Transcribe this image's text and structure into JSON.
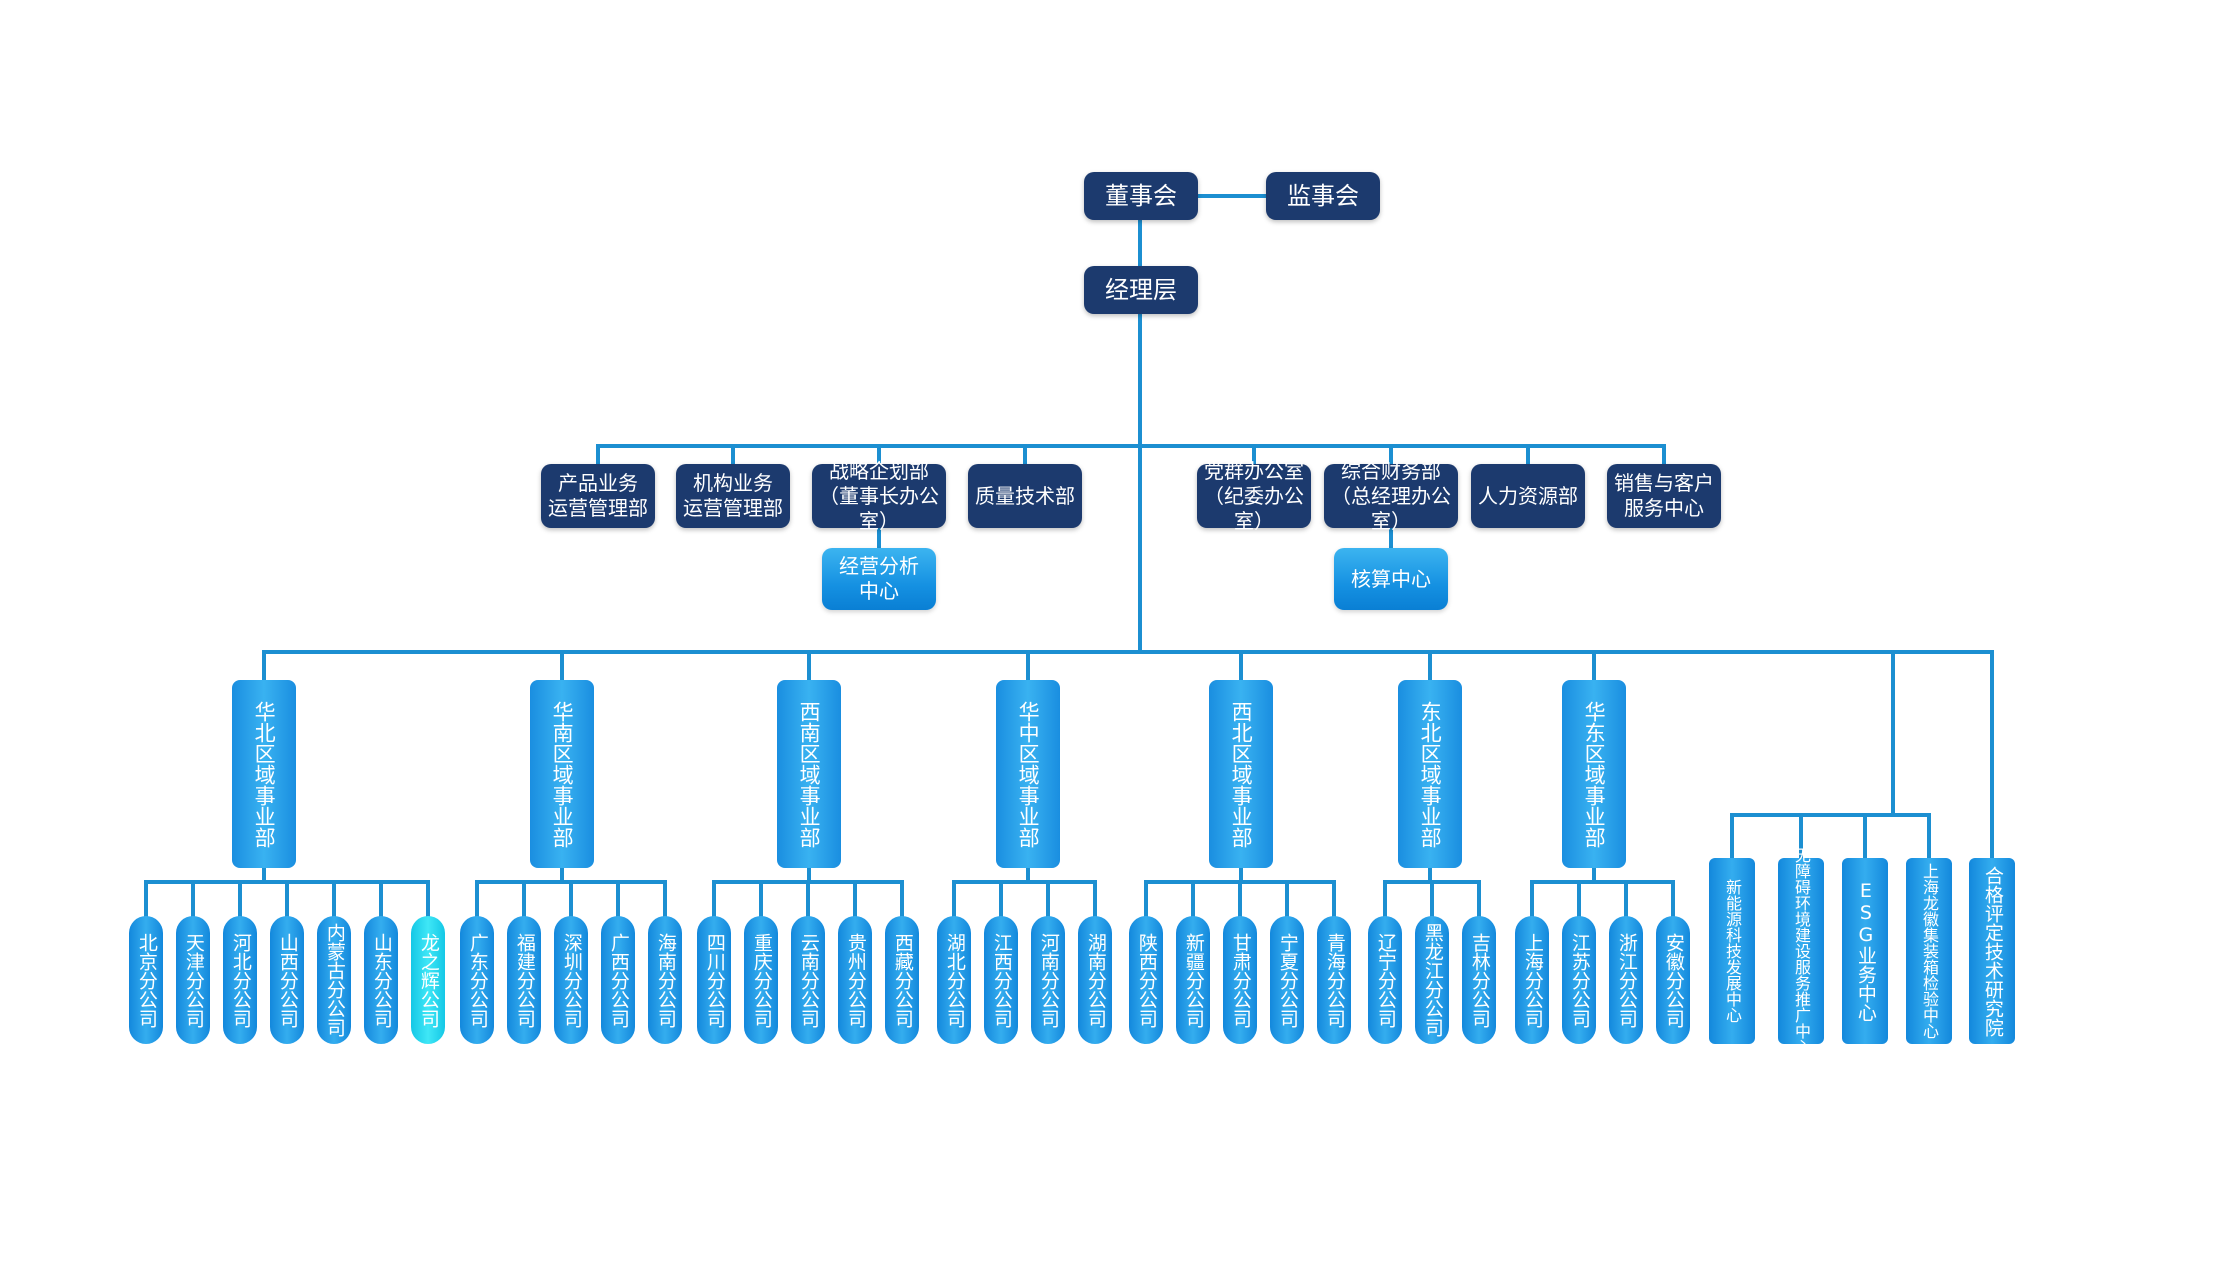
{
  "colors": {
    "line": "#1c8fd1",
    "dark_box": "#1c3a6e",
    "light_box": "#1591e2",
    "highlight_box": "#3fe7f6"
  },
  "top": {
    "board": "董事会",
    "supervisors": "监事会",
    "management": "经理层"
  },
  "departments": [
    {
      "label": "产品业务\n运营管理部"
    },
    {
      "label": "机构业务\n运营管理部"
    },
    {
      "label": "战略企划部\n（董事长办公室）",
      "sub": "经营分析\n中心"
    },
    {
      "label": "质量技术部"
    },
    {
      "label": "党群办公室\n（纪委办公室）"
    },
    {
      "label": "综合财务部\n（总经理办公室）",
      "sub": "核算中心"
    },
    {
      "label": "人力资源部"
    },
    {
      "label": "销售与客户\n服务中心"
    }
  ],
  "regions": [
    {
      "name": "华北区域事业部",
      "branches": [
        "北京分公司",
        "天津分公司",
        "河北分公司",
        "山西分公司",
        "内蒙古分公司",
        "山东分公司",
        "龙之辉公司"
      ]
    },
    {
      "name": "华南区域事业部",
      "branches": [
        "广东分公司",
        "福建分公司",
        "深圳分公司",
        "广西分公司",
        "海南分公司"
      ]
    },
    {
      "name": "西南区域事业部",
      "branches": [
        "四川分公司",
        "重庆分公司",
        "云南分公司",
        "贵州分公司",
        "西藏分公司"
      ]
    },
    {
      "name": "华中区域事业部",
      "branches": [
        "湖北分公司",
        "江西分公司",
        "河南分公司",
        "湖南分公司"
      ]
    },
    {
      "name": "西北区域事业部",
      "branches": [
        "陕西分公司",
        "新疆分公司",
        "甘肃分公司",
        "宁夏分公司",
        "青海分公司"
      ]
    },
    {
      "name": "东北区域事业部",
      "branches": [
        "辽宁分公司",
        "黑龙江分公司",
        "吉林分公司"
      ]
    },
    {
      "name": "华东区域事业部",
      "branches": [
        "上海分公司",
        "江苏分公司",
        "浙江分公司",
        "安徽分公司"
      ]
    }
  ],
  "centers": [
    "新能源科技发展中心",
    "无障碍环境建设服务推广中心",
    "ESG业务中心",
    "上海龙徽集装箱检验中心"
  ],
  "institute": "合格评定技术研究院",
  "highlighted_branch": "龙之辉公司"
}
